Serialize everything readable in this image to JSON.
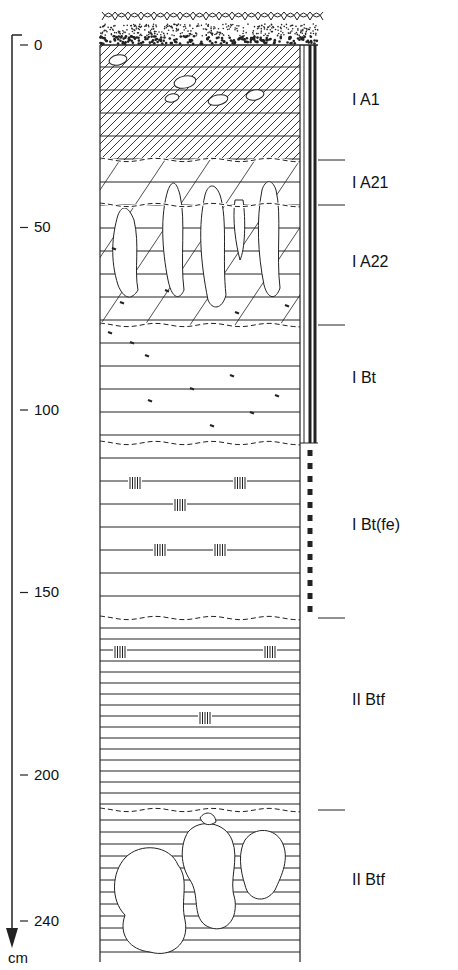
{
  "diagram": {
    "labels": [
      "0",
      "50",
      "100",
      "150",
      "200",
      "240",
      "cm",
      "I A1",
      "I A21",
      "I A22",
      "I Bt",
      "I Bt(fe)",
      "II Btf",
      "II Btf"
    ]
  }
}
